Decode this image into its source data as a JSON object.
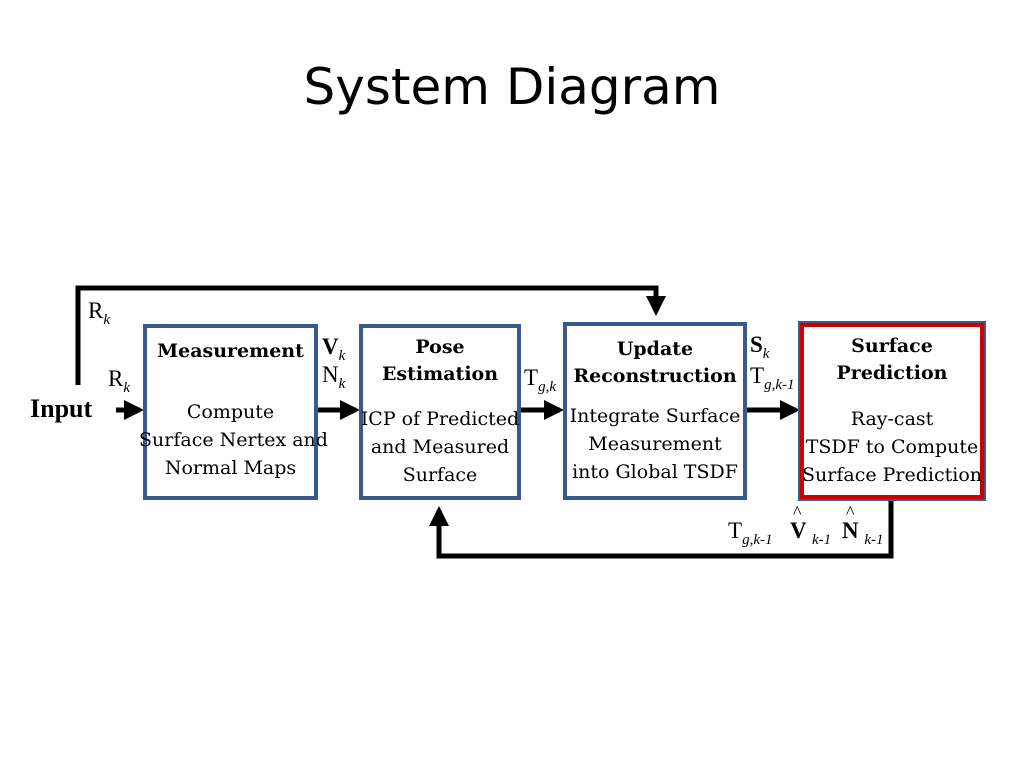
{
  "title": "System Diagram",
  "input_label": "Input",
  "boxes": [
    {
      "title": "Measurement",
      "body": [
        "Compute",
        "Surface Nertex and",
        "Normal Maps"
      ]
    },
    {
      "title_lines": [
        "Pose",
        "Estimation"
      ],
      "body": [
        "ICP of Predicted",
        "and Measured",
        "Surface"
      ]
    },
    {
      "title_lines": [
        "Update",
        "Reconstruction"
      ],
      "body": [
        "Integrate Surface",
        "Measurement",
        "into Global TSDF"
      ]
    },
    {
      "title_lines": [
        "Surface",
        "Prediction"
      ],
      "body": [
        "Ray-cast",
        "TSDF to Compute",
        "Surface Prediction"
      ]
    }
  ],
  "edge_labels": {
    "r_top": {
      "base": "R",
      "sub": "k"
    },
    "r_input": {
      "base": "R",
      "sub": "k"
    },
    "v": {
      "base": "V",
      "sub": "k"
    },
    "n": {
      "base": "N",
      "sub": "k"
    },
    "t_pose": {
      "base": "T",
      "sub": "g,k"
    },
    "s": {
      "base": "S",
      "sub": "k"
    },
    "t_update": {
      "base": "T",
      "sub": "g,k-1"
    },
    "t_feedback": {
      "base": "T",
      "sub": "g,k-1"
    },
    "v_hat": {
      "base": "V",
      "sub": "k-1"
    },
    "n_hat": {
      "base": "N",
      "sub": "k-1"
    }
  },
  "colors": {
    "box_border": "#3a5a8c",
    "highlight_border": "#d10000",
    "arrow": "#000000"
  }
}
